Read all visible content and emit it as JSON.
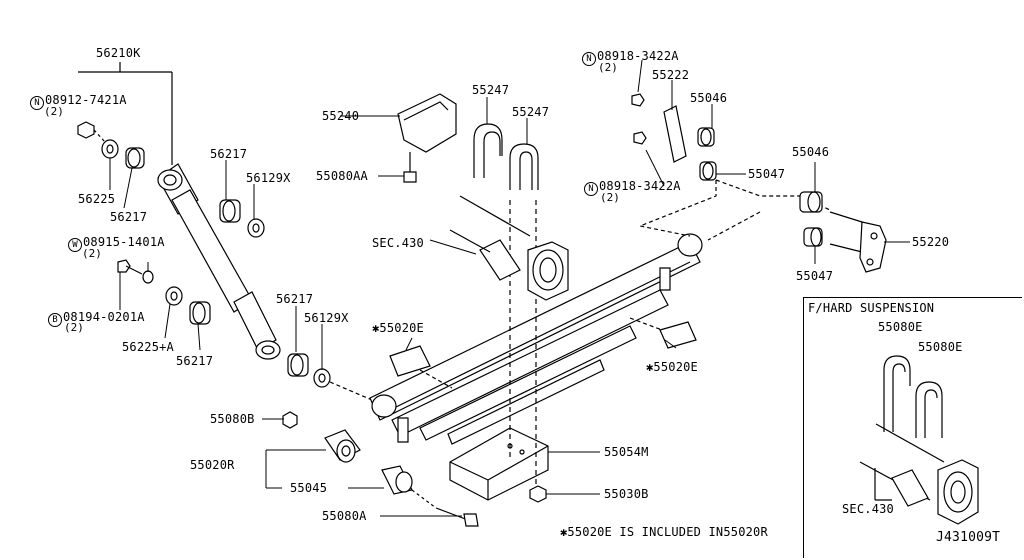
{
  "labels": {
    "p56210k": "56210K",
    "nut_top_code": "08912-7421A",
    "nut_top_qty": "(2)",
    "p56225": "56225",
    "p56217_a": "56217",
    "washer_code": "08915-1401A",
    "washer_qty": "(2)",
    "bolt_code": "08194-0201A",
    "bolt_qty": "(2)",
    "p56225a": "56225+A",
    "p56217_b": "56217",
    "p56217_c": "56217",
    "p56129x_a": "56129X",
    "p56217_d": "56217",
    "p56129x_b": "56129X",
    "p55240": "55240",
    "p55080aa": "55080AA",
    "p55247_a": "55247",
    "p55247_b": "55247",
    "sec430_main": "SEC.430",
    "p55020e_left": "✱55020E",
    "p55020e_right": "✱55020E",
    "p55080b": "55080B",
    "p55020r": "55020R",
    "p55045": "55045",
    "p55080a": "55080A",
    "p55054m": "55054M",
    "p55030b": "55030B",
    "note": "✱55020E IS INCLUDED IN55020R",
    "nut_shackle_top_code": "08918-3422A",
    "nut_shackle_top_qty": "(2)",
    "p55222": "55222",
    "p55046_a": "55046",
    "nut_shackle_bot_code": "08918-3422A",
    "nut_shackle_bot_qty": "(2)",
    "p55047_a": "55047",
    "p55046_b": "55046",
    "p55220": "55220",
    "p55047_b": "55047",
    "inset_title": "F/HARD SUSPENSION",
    "inset_55080e_a": "55080E",
    "inset_55080e_b": "55080E",
    "inset_sec430": "SEC.430",
    "diagram_code": "J431009T"
  },
  "prefix": {
    "nut": "N",
    "washer": "W",
    "bolt": "B"
  }
}
